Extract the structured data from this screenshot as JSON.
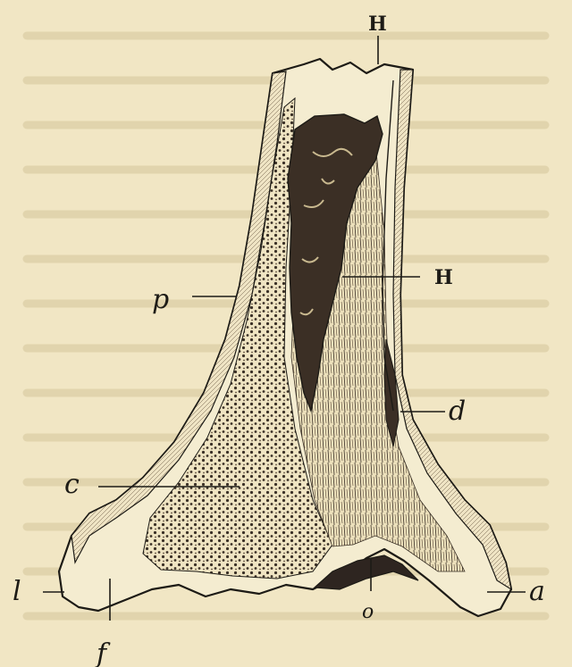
{
  "figure": {
    "labels": {
      "H_top": "H",
      "H_mid": "H",
      "p": "p",
      "d": "d",
      "c": "c",
      "l": "l",
      "a": "a",
      "f": "f",
      "o": "o"
    },
    "colors": {
      "background": "#f1e6c4",
      "ink": "#1d1b16",
      "bone": "#f3ebcf",
      "marrow": "#3b2f25",
      "ghost_text": "#e3d7b2"
    }
  }
}
